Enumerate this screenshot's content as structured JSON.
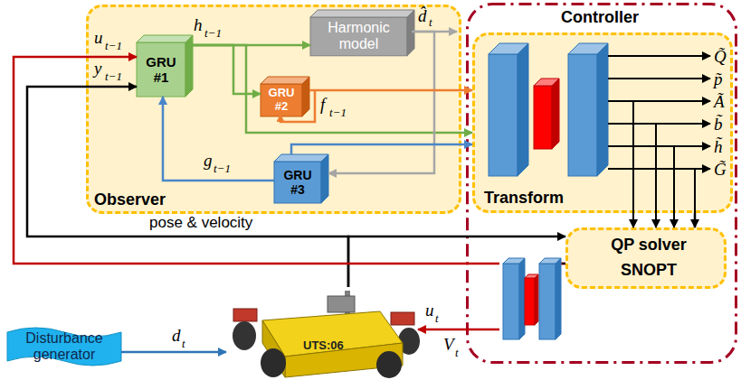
{
  "diagram": {
    "nodes": [
      {
        "text": [
          "Observer"
        ]
      },
      {
        "text": [
          "GRU #1"
        ],
        "in": 0
      },
      {
        "text": [
          "Harmonic model"
        ],
        "in": 0
      },
      {
        "text": [
          "GRU #2"
        ],
        "in": 0
      },
      {
        "text": [
          "GRU #3"
        ],
        "in": 0
      },
      {
        "text": [
          "Controller"
        ]
      },
      {
        "text": [
          "Transform"
        ],
        "in": 5
      },
      {
        "text": [
          "QP solver",
          "SNOPT"
        ],
        "in": 5
      },
      {
        "text": [
          "Disturbance generator"
        ]
      },
      {
        "text": [
          "UTS:06"
        ]
      }
    ],
    "edges": [
      {
        "from": 1,
        "to": 2,
        "arrow": "to"
      },
      {
        "from": 1,
        "to": 3,
        "arrow": "to"
      },
      {
        "from": 1,
        "to": 6,
        "arrow": "to"
      },
      {
        "from": 2,
        "to": 4,
        "arrow": "to"
      },
      {
        "from": 3,
        "to": 6,
        "arrow": "to"
      },
      {
        "from": 4,
        "to": 1,
        "arrow": "to"
      },
      {
        "from": 4,
        "to": 6,
        "arrow": "to"
      },
      {
        "from": 6,
        "to": 7,
        "arrow": "to"
      },
      {
        "from": 9,
        "to": 1,
        "arrow": "to"
      },
      {
        "from": 9,
        "to": 7,
        "arrow": "to"
      },
      {
        "from": 7,
        "to": 1,
        "arrow": "to"
      },
      {
        "from": 7,
        "to": 9,
        "arrow": "to"
      },
      {
        "from": 8,
        "to": 9,
        "arrow": "to"
      }
    ],
    "labels": [
      "u",
      "t−1",
      "y",
      "t−1",
      "h",
      "t−1",
      "d̂",
      "t",
      "f",
      "t−1",
      "g",
      "t−1",
      "Q̃",
      "p̃",
      "Ã",
      "b̃",
      "h̃",
      "G̃",
      "pose & velocity",
      "u",
      "t",
      "V",
      "t",
      "d",
      "t"
    ]
  }
}
